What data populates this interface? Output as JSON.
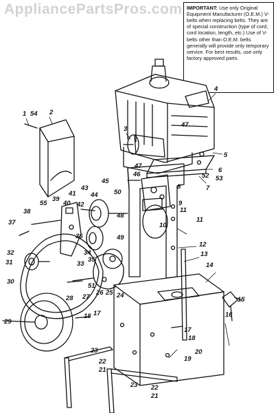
{
  "watermark": "AppliancePartsPros.com",
  "notice": {
    "heading": "IMPORTANT:",
    "body": "Use only Original Equipment Manufacturer (O.E.M.) V-belts when replacing belts. They are of special construction (type of cord, cord location, length, etc.) Use of V-belts other than O.E.M. belts generally will provide only temporary service. For best results, use only factory approved parts."
  },
  "callouts": [
    "1",
    "54",
    "2",
    "3",
    "4",
    "47",
    "5",
    "6",
    "52",
    "53",
    "7",
    "47",
    "46",
    "9",
    "8",
    "50",
    "45",
    "43",
    "41",
    "39",
    "40",
    "55",
    "42",
    "38",
    "37",
    "44",
    "48",
    "10",
    "11",
    "11",
    "36",
    "35",
    "34",
    "32",
    "31",
    "33",
    "49",
    "12",
    "13",
    "14",
    "30",
    "51",
    "27",
    "26",
    "25",
    "24",
    "28",
    "15",
    "16",
    "18",
    "17",
    "29",
    "17",
    "18",
    "23",
    "22",
    "21",
    "19",
    "20",
    "23",
    "22",
    "21"
  ]
}
